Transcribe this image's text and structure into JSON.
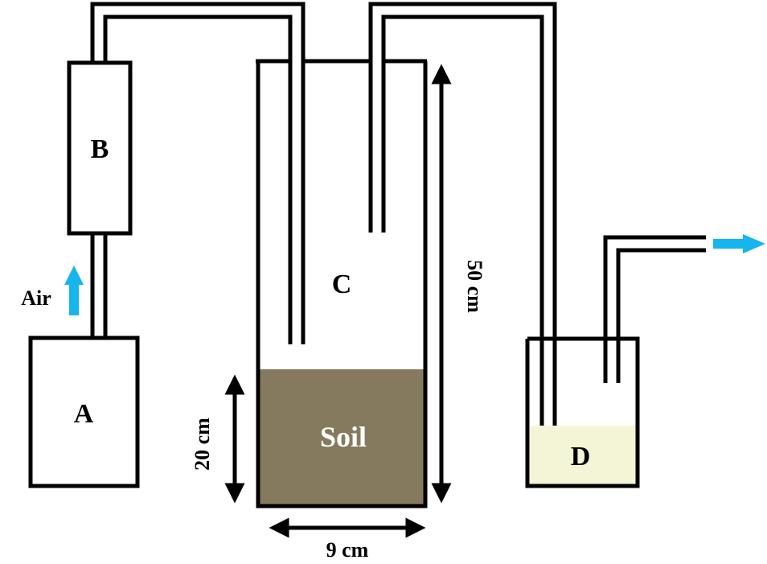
{
  "labels": {
    "a": "A",
    "b": "B",
    "c": "C",
    "d": "D",
    "soil": "Soil",
    "air": "Air",
    "height_column": "50 cm",
    "height_soil": "20 cm",
    "width_column": "9 cm"
  },
  "colors": {
    "stroke": "#000000",
    "soil_fill": "#857a5e",
    "liquid_fill": "#f4f5d6",
    "flow_arrow": "#16b5ee"
  },
  "icons": {
    "air_inflow": "arrow-up-icon",
    "gas_outflow": "arrow-right-icon"
  }
}
